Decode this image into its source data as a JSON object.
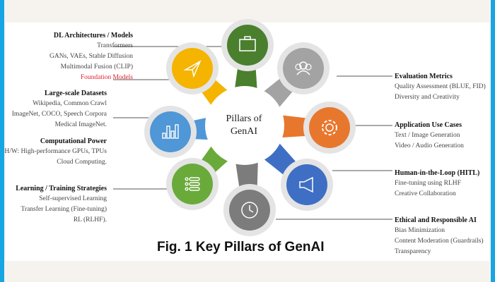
{
  "center_title": [
    "Pillars of",
    "GenAI"
  ],
  "caption": "Fig. 1 Key Pillars of GenAI",
  "colors": {
    "green": "#4a7f2e",
    "gray": "#a3a3a3",
    "orange": "#e8772e",
    "blue": "#3f6fc4",
    "darkgray": "#7c7c7c",
    "lightgreen": "#6aaa3a",
    "skyblue": "#4f97d6",
    "yellow": "#f4b400",
    "border": "#17a6e3"
  },
  "left": [
    {
      "title": "DL Architectures / Models",
      "items": [
        "Transformers",
        "GANs, VAEs, Stable Diffusion",
        "Multimodal Fusion (CLIP)"
      ],
      "highlight": "Foundation Models"
    },
    {
      "title": "Large-scale Datasets",
      "items": [
        "Wikipedia, Common Crawl",
        "ImageNet, COCO, Speech Corpora",
        "Medical ImageNet."
      ]
    },
    {
      "title": "Computational Power",
      "items": [
        "H/W: High-performance GPUs, TPUs",
        "Cloud Computing."
      ]
    },
    {
      "title": "Learning / Training Strategies",
      "items": [
        "Self-supervised Learning",
        "Transfer Learning (Fine-tuning)",
        "RL (RLHF)."
      ]
    }
  ],
  "right": [
    {
      "title": "Evaluation Metrics",
      "items": [
        "Quality Assessment (BLUE, FID)",
        "Diversity and Creativity"
      ]
    },
    {
      "title": "Application Use Cases",
      "items": [
        "Text / Image Generation",
        "Video / Audio Generation"
      ]
    },
    {
      "title": "Human-in-the-Loop (HITL)",
      "items": [
        "Fine-tuning using RLHF",
        "Creative Collaboration"
      ]
    },
    {
      "title": "Ethical and Responsible AI",
      "items": [
        "Bias Minimization",
        "Content Moderation (Guardrails)",
        "Transparency"
      ]
    }
  ]
}
